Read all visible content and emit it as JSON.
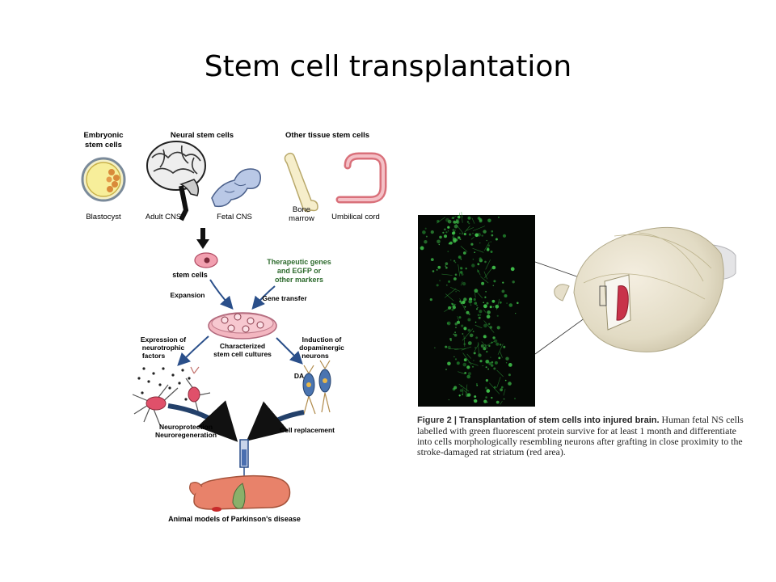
{
  "slide": {
    "title": "Stem cell transplantation"
  },
  "diagram": {
    "headers": {
      "embryonic": [
        "Embryonic",
        "stem cells"
      ],
      "neural": "Neural stem cells",
      "other": "Other tissue stem cells"
    },
    "sources": {
      "blastocyst": "Blastocyst",
      "adult_cns": "Adult CNS",
      "fetal_cns": "Fetal CNS",
      "bone_marrow": [
        "Bone",
        "marrow"
      ],
      "umbilical": "Umbilical cord"
    },
    "stem_cells": "stem cells",
    "therapeutic": [
      "Therapeutic genes",
      "and EGFP or",
      "other markers"
    ],
    "expansion": "Expansion",
    "gene_transfer": "Gene transfer",
    "cultures": [
      "Characterized",
      "stem cell cultures"
    ],
    "neurotrophic": [
      "Expression of",
      "neurotrophic",
      "factors"
    ],
    "dopaminergic": [
      "Induction of",
      "dopaminergic",
      "neurons"
    ],
    "da_label": "DA",
    "neuroprotection": [
      "Neuroprotection",
      "Neuroregeneration"
    ],
    "cell_replacement": "Cell replacement",
    "animal_models": "Animal models of Parkinson's disease"
  },
  "figure2": {
    "label": "Figure 2 | ",
    "title": "Transplantation of stem cells into injured brain.",
    "body": " Human fetal NS cells labelled with green fluorescent protein survive for at least 1 month and differentiate into cells morphologically resembling neurons after grafting in close proximity to the stroke-damaged rat striatum (red area)."
  },
  "colors": {
    "green_text": "#2e6b2e",
    "culture_pink": "#e89aa6",
    "brain_beige": "#e8e2cf",
    "stroke_red": "#c8324a"
  }
}
